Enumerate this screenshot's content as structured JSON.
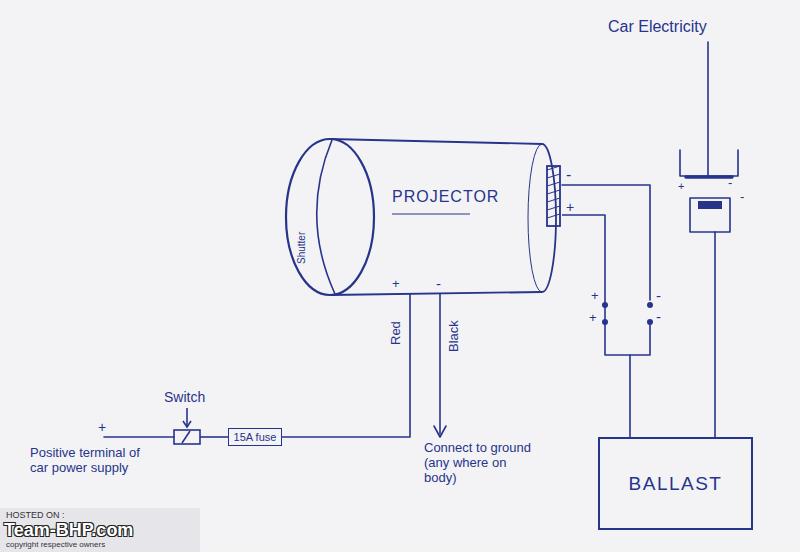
{
  "diagram": {
    "nodes": [
      {
        "text": [
          "PROJECTOR"
        ]
      },
      {
        "text": [
          "Shutter"
        ],
        "in": 0
      },
      {
        "text": [
          "Switch"
        ]
      },
      {
        "text": [
          "15A fuse"
        ]
      },
      {
        "text": [
          "BALLAST"
        ]
      }
    ],
    "edges": [
      {
        "from": 2,
        "to": 3,
        "arrow": "none"
      },
      {
        "from": 3,
        "to": 0,
        "arrow": "none"
      },
      {
        "from": 4,
        "to": 0,
        "arrow": "none"
      }
    ],
    "labels": [
      "Car Electricity",
      "-",
      "+",
      "+",
      "-",
      "+",
      "-",
      "+",
      "-",
      "+",
      "-",
      "-",
      "+",
      "Red",
      "Black",
      "Positive terminal of car power supply",
      "Connect to ground (any where on body)",
      "HOSTED ON :",
      "Team-BHP.com",
      "copyright respective owners"
    ]
  }
}
